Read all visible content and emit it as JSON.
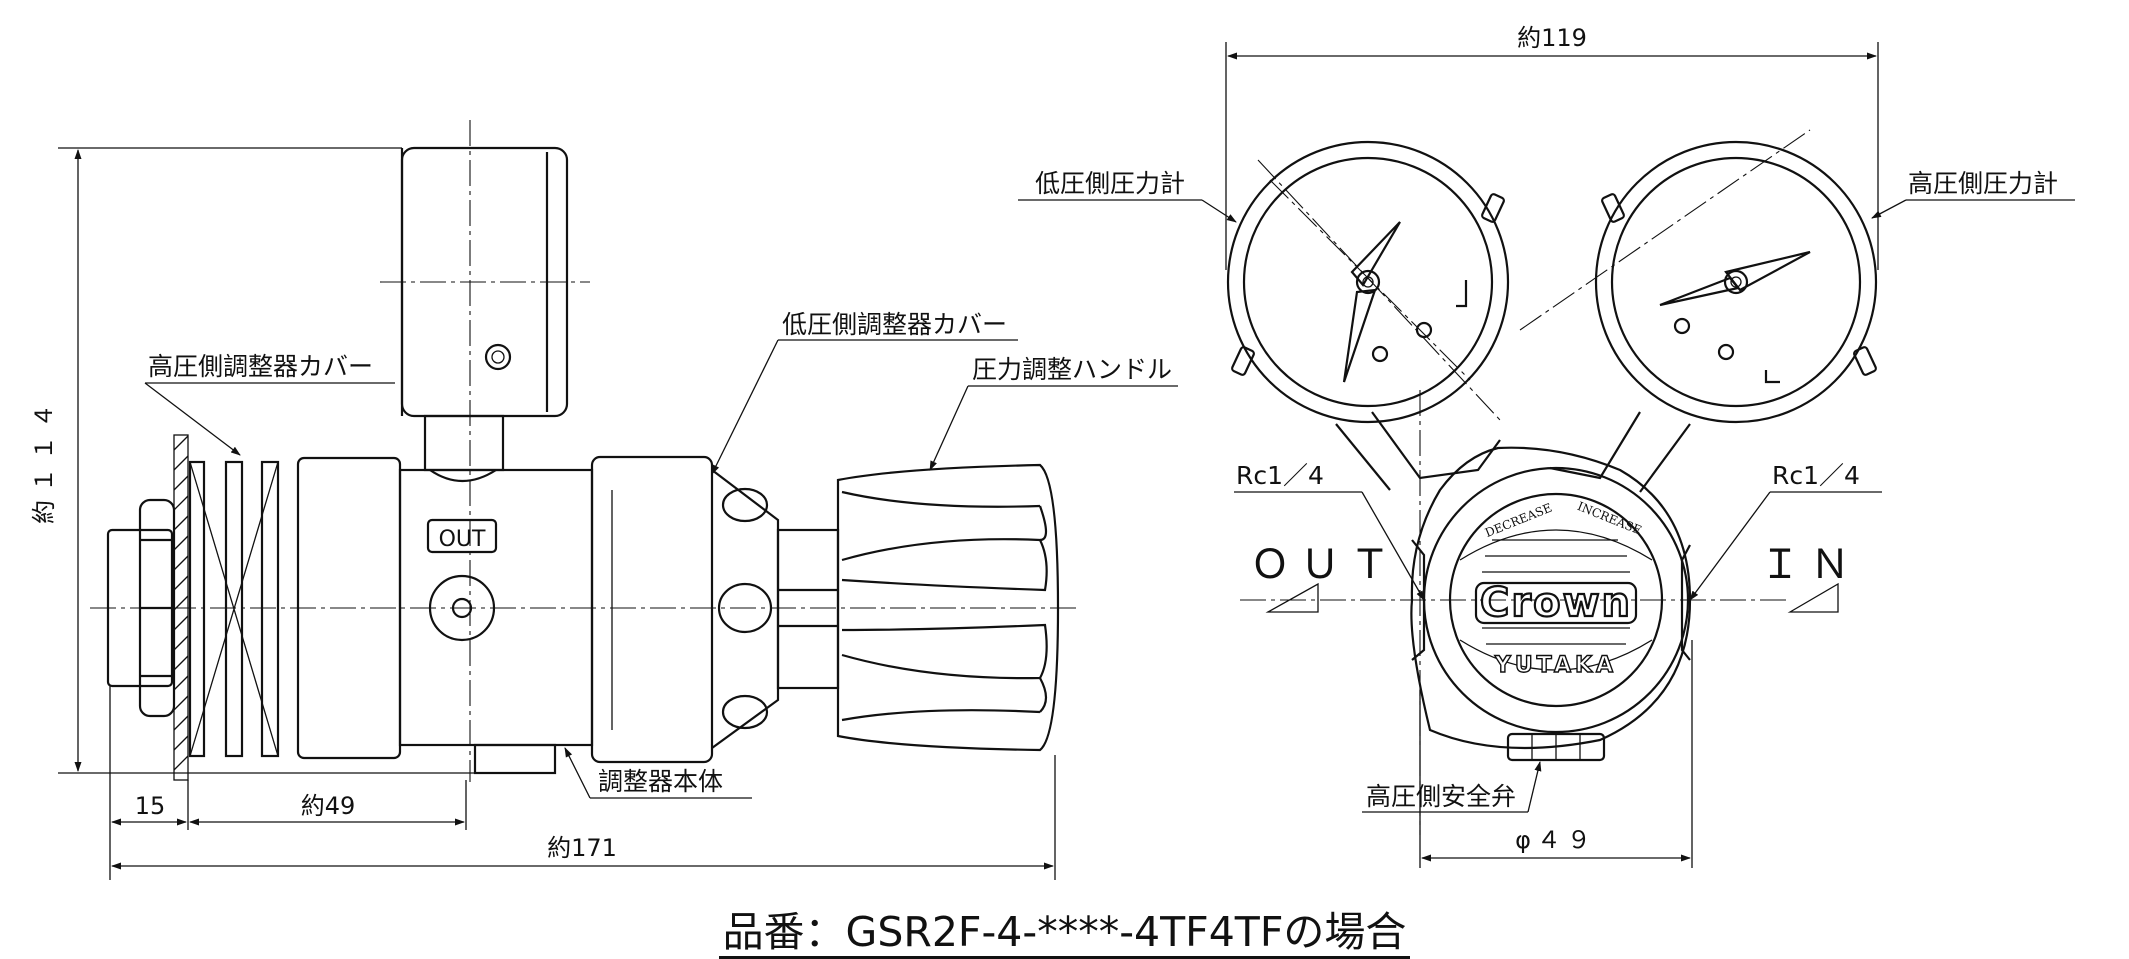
{
  "labels": {
    "high_side_regulator_cover": "高圧側調整器カバー",
    "low_side_regulator_cover": "低圧側調整器カバー",
    "pressure_adjust_handle": "圧力調整ハンドル",
    "regulator_body": "調整器本体",
    "low_side_gauge": "低圧側圧力計",
    "high_side_gauge": "高圧側圧力計",
    "high_side_safety_valve": "高圧側安全弁",
    "port_left": "Rc1／4",
    "port_right": "Rc1／4",
    "out": "ＯＵＴ",
    "in": "ＩＮ",
    "out_marking": "OUT",
    "knob_brand": "Crown",
    "knob_maker": "YUTAKA",
    "knob_decrease": "DECREASE",
    "knob_increase": "INCREASE"
  },
  "dimensions": {
    "height": "約１１４",
    "flange": "15",
    "body_length": "約49",
    "total_length": "約171",
    "gauge_width": "約119",
    "body_diameter": "φ４９"
  },
  "caption": "品番：GSR2F-4-****-4TF4TFの場合"
}
